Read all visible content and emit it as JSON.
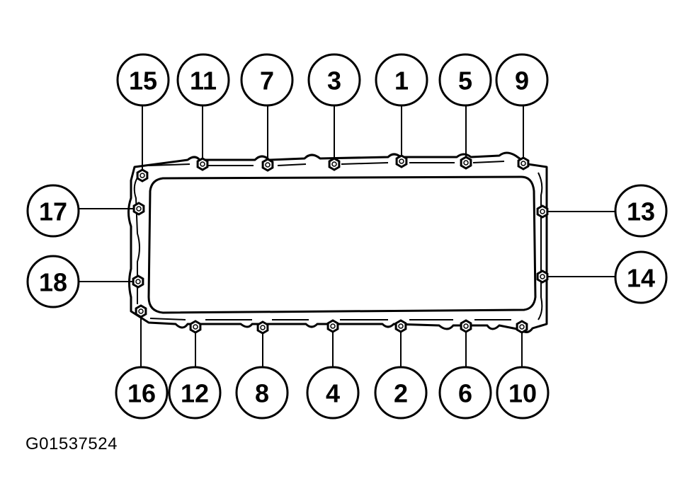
{
  "figure_code": "G01537524",
  "colors": {
    "ink": "#000000",
    "paper": "#ffffff"
  },
  "bolts": [
    {
      "id": "15",
      "label": "15"
    },
    {
      "id": "11",
      "label": "11"
    },
    {
      "id": "7",
      "label": "7"
    },
    {
      "id": "3",
      "label": "3"
    },
    {
      "id": "1",
      "label": "1"
    },
    {
      "id": "5",
      "label": "5"
    },
    {
      "id": "9",
      "label": "9"
    },
    {
      "id": "17",
      "label": "17"
    },
    {
      "id": "18",
      "label": "18"
    },
    {
      "id": "13",
      "label": "13"
    },
    {
      "id": "14",
      "label": "14"
    },
    {
      "id": "16",
      "label": "16"
    },
    {
      "id": "12",
      "label": "12"
    },
    {
      "id": "8",
      "label": "8"
    },
    {
      "id": "4",
      "label": "4"
    },
    {
      "id": "2",
      "label": "2"
    },
    {
      "id": "6",
      "label": "6"
    },
    {
      "id": "10",
      "label": "10"
    }
  ]
}
